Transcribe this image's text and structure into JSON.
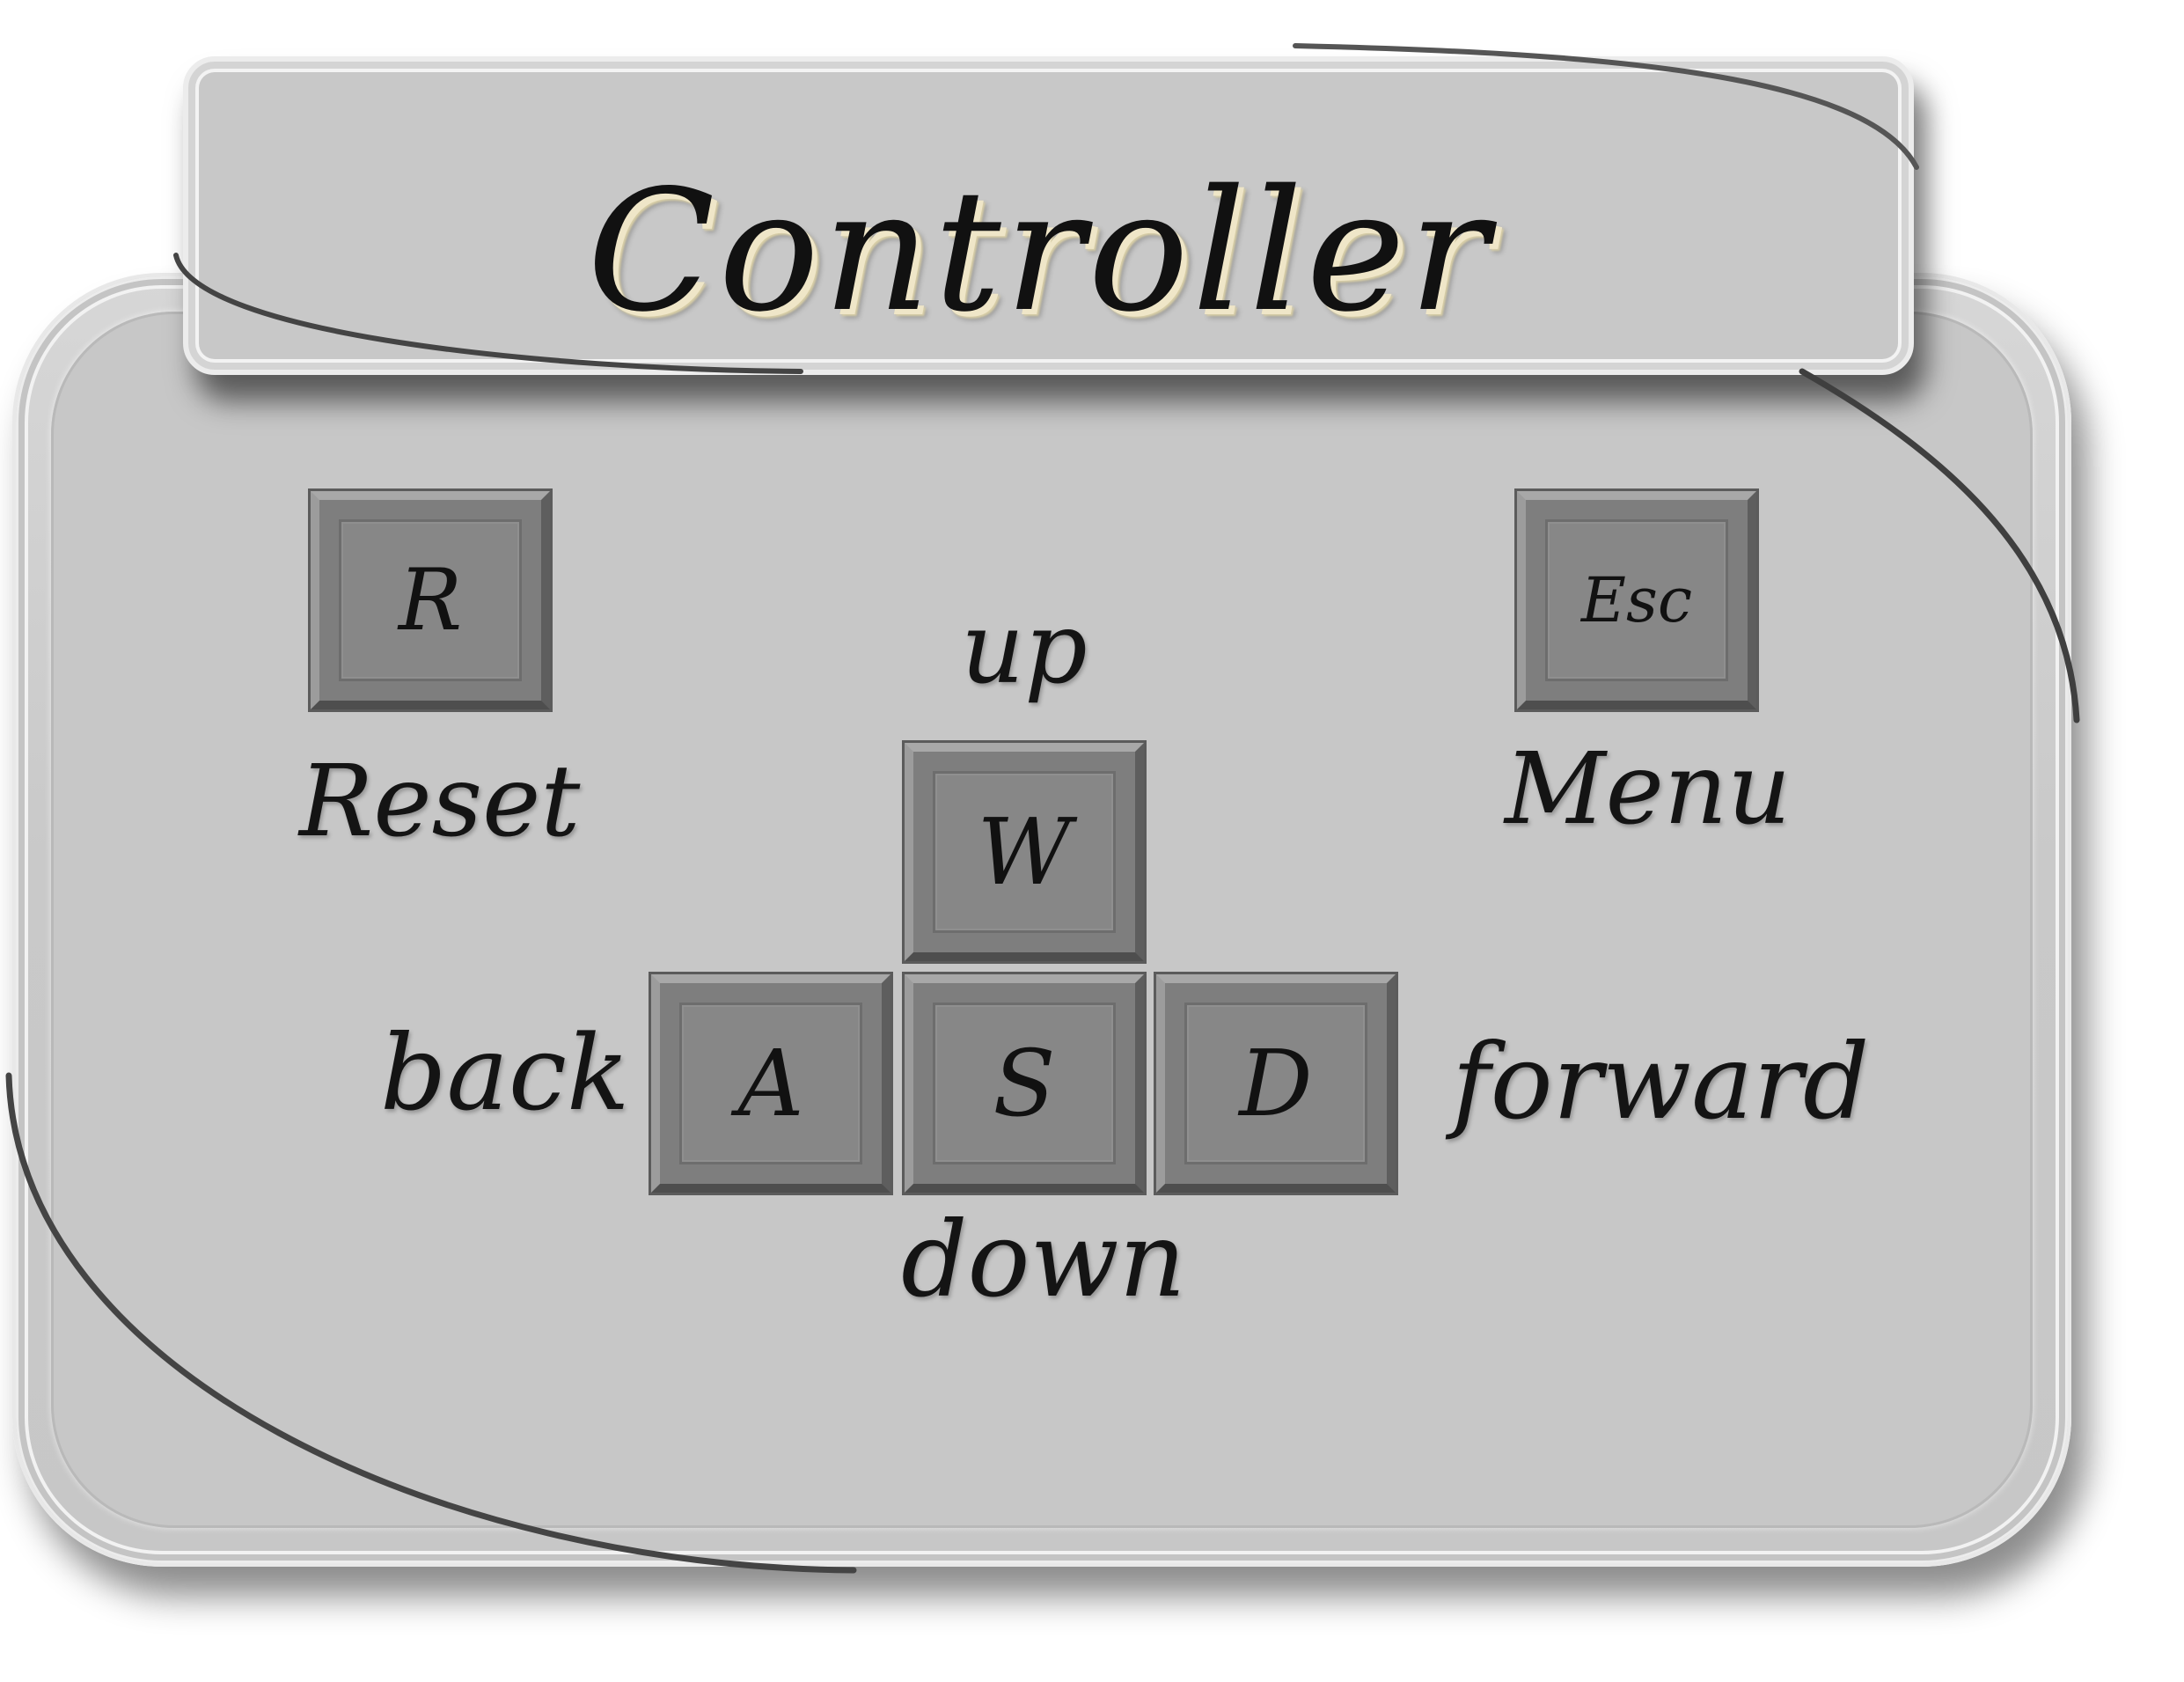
{
  "title": "Controller",
  "keys": {
    "reset": "R",
    "menu": "Esc",
    "up": "W",
    "back": "A",
    "down": "S",
    "forward": "D"
  },
  "labels": {
    "reset": "Reset",
    "menu": "Menu",
    "up": "up",
    "back": "back",
    "down": "down",
    "forward": "forward"
  },
  "colors": {
    "panel": "#c7c7c7",
    "key": "#7e7e7e",
    "text": "#141414",
    "title_shadow": "#efe6c8"
  }
}
